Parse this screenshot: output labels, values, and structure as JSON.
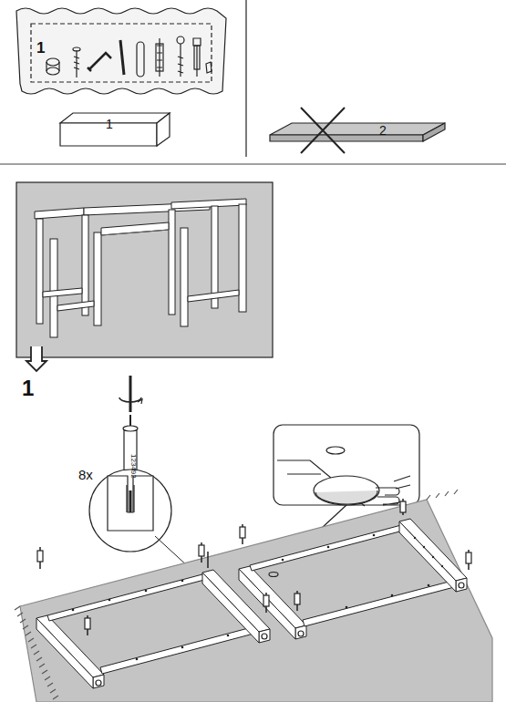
{
  "diagram": {
    "labels": [
      "1",
      "1",
      "2",
      "1",
      "8x",
      "123492"
    ]
  }
}
